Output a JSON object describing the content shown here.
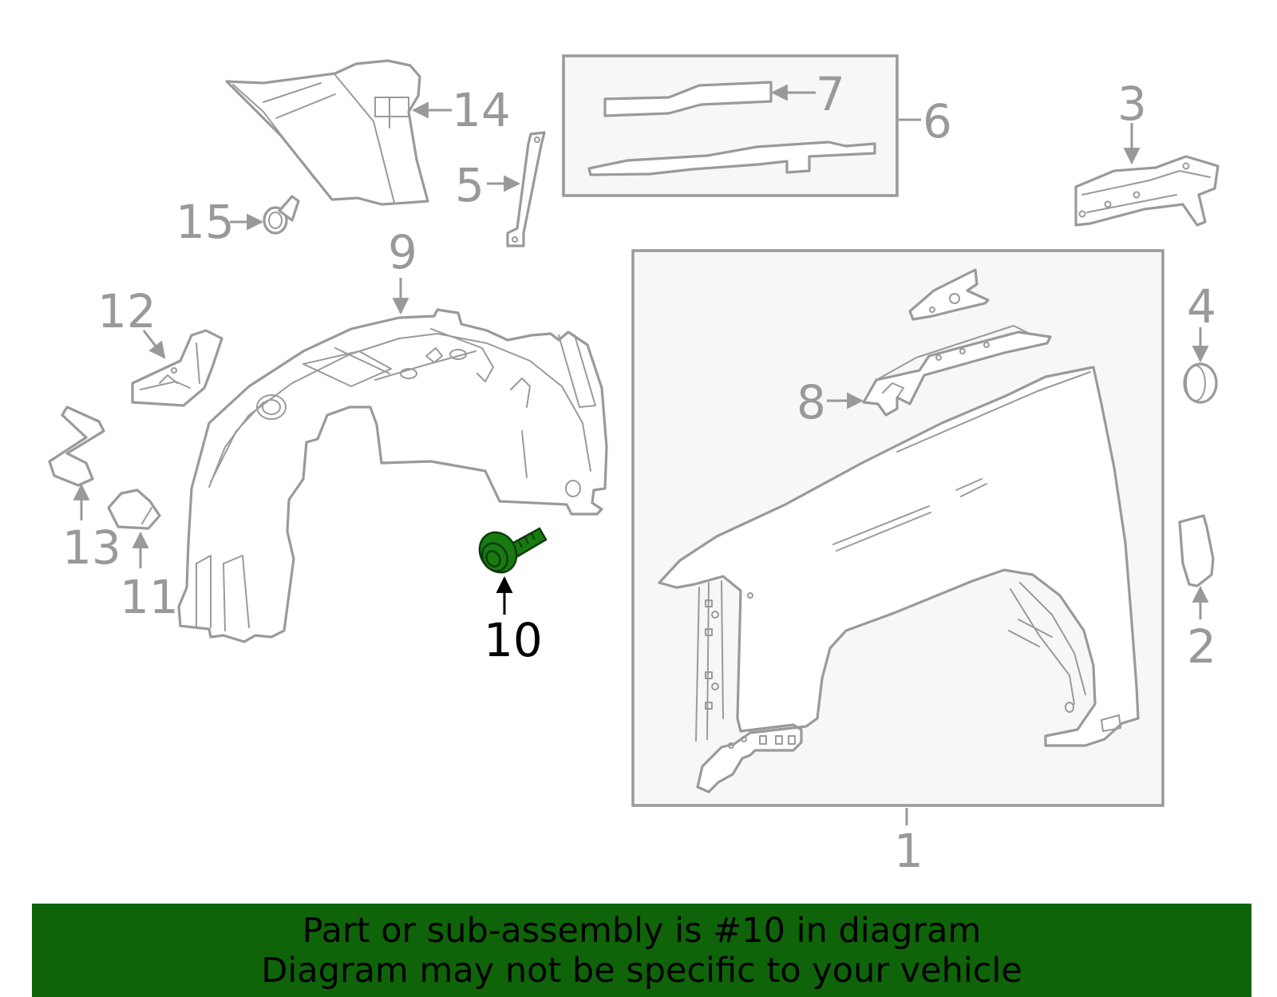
{
  "callouts": {
    "c1": "1",
    "c2": "2",
    "c3": "3",
    "c4": "4",
    "c5": "5",
    "c6": "6",
    "c7": "7",
    "c8": "8",
    "c9": "9",
    "c10": "10",
    "c11": "11",
    "c12": "12",
    "c13": "13",
    "c14": "14",
    "c15": "15"
  },
  "highlight": {
    "callout": "10",
    "color": "#1a7a12"
  },
  "banner": {
    "line1": "Part or sub-assembly is #10 in diagram",
    "line2": "Diagram may not be specific to your vehicle",
    "background": "#0f640a"
  }
}
